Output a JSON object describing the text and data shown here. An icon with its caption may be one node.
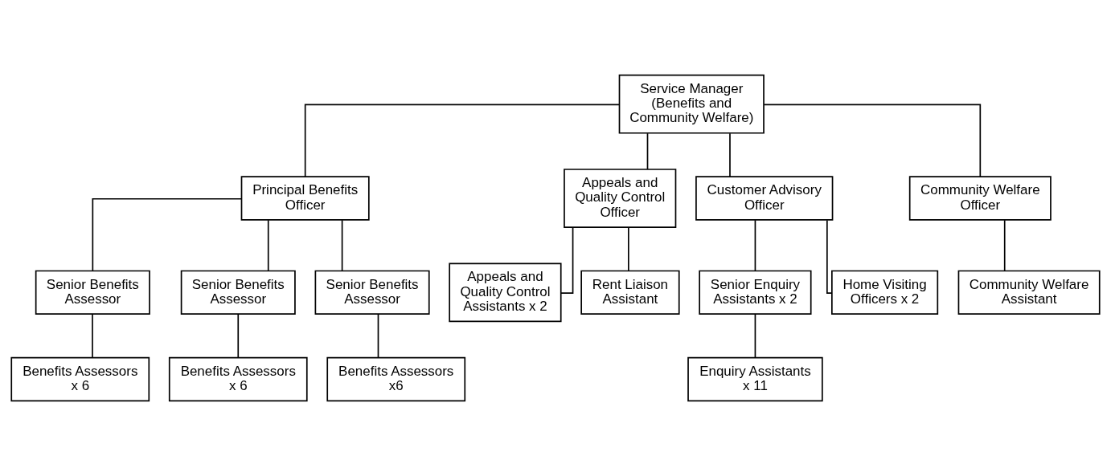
{
  "diagram": {
    "nodes": [
      {
        "text": [
          "Service Manager (Benefits and Community Welfare)"
        ]
      },
      {
        "text": [
          "Principal Benefits Officer"
        ]
      },
      {
        "text": [
          "Appeals and Quality Control Officer"
        ]
      },
      {
        "text": [
          "Customer Advisory Officer"
        ]
      },
      {
        "text": [
          "Community Welfare Officer"
        ]
      },
      {
        "text": [
          "Senior Benefits Assessor"
        ]
      },
      {
        "text": [
          "Senior Benefits Assessor"
        ]
      },
      {
        "text": [
          "Senior Benefits Assessor"
        ]
      },
      {
        "text": [
          "Appeals and Quality Control Assistants x 2"
        ]
      },
      {
        "text": [
          "Rent Liaison Assistant"
        ]
      },
      {
        "text": [
          "Senior Enquiry Assistants x 2"
        ]
      },
      {
        "text": [
          "Home Visiting Officers x 2"
        ]
      },
      {
        "text": [
          "Community Welfare Assistant"
        ]
      },
      {
        "text": [
          "Benefits Assessors x 6"
        ]
      },
      {
        "text": [
          "Benefits Assessors x 6"
        ]
      },
      {
        "text": [
          "Benefits Assessors x6"
        ]
      },
      {
        "text": [
          "Enquiry Assistants x 11"
        ]
      }
    ],
    "edges": [
      {
        "from": 0,
        "to": 1,
        "arrow": "none"
      },
      {
        "from": 0,
        "to": 2,
        "arrow": "none"
      },
      {
        "from": 0,
        "to": 3,
        "arrow": "none"
      },
      {
        "from": 0,
        "to": 4,
        "arrow": "none"
      },
      {
        "from": 1,
        "to": 5,
        "arrow": "none"
      },
      {
        "from": 1,
        "to": 6,
        "arrow": "none"
      },
      {
        "from": 1,
        "to": 7,
        "arrow": "none"
      },
      {
        "from": 2,
        "to": 8,
        "arrow": "none"
      },
      {
        "from": 2,
        "to": 9,
        "arrow": "none"
      },
      {
        "from": 3,
        "to": 10,
        "arrow": "none"
      },
      {
        "from": 3,
        "to": 11,
        "arrow": "none"
      },
      {
        "from": 4,
        "to": 12,
        "arrow": "none"
      },
      {
        "from": 5,
        "to": 13,
        "arrow": "none"
      },
      {
        "from": 6,
        "to": 14,
        "arrow": "none"
      },
      {
        "from": 7,
        "to": 15,
        "arrow": "none"
      },
      {
        "from": 10,
        "to": 16,
        "arrow": "none"
      }
    ]
  }
}
